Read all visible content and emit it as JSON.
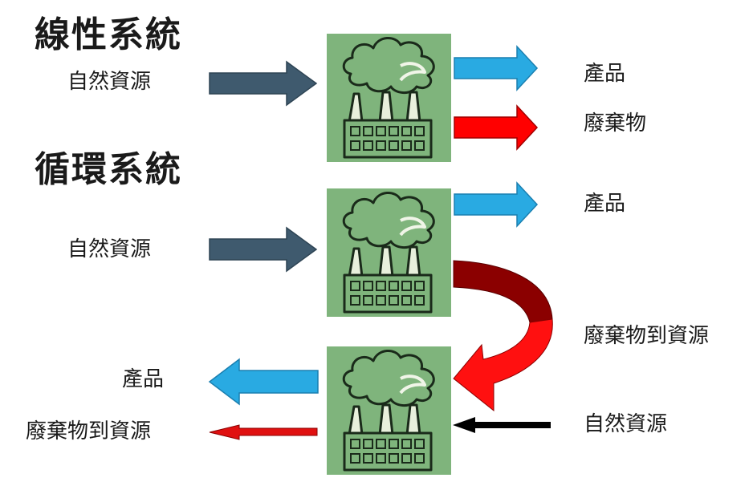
{
  "linear_system": {
    "title": "線性系統",
    "input_label": "自然資源",
    "outputs": [
      {
        "label": "產品",
        "arrow_color": "#29aae2"
      },
      {
        "label": "廢棄物",
        "arrow_color": "#ff0000"
      }
    ],
    "input_arrow_color": "#3f5a6e"
  },
  "circular_system": {
    "title": "循環系統",
    "input_label": "自然資源",
    "factory1_output_label": "產品",
    "loop_label": "廢棄物到資源",
    "factory2_outputs": [
      {
        "label": "產品",
        "arrow_color": "#29aae2"
      },
      {
        "label": "廢棄物到資源",
        "arrow_color": "#e01010"
      }
    ],
    "factory2_input_label": "自然資源",
    "loop_arrow_colors": {
      "dark": "#8b0000",
      "light": "#ff1010"
    },
    "natural_input_arrow_color": "#000000"
  },
  "colors": {
    "factory_bg": "#7fb47c",
    "factory_line": "#1a2a1a"
  }
}
